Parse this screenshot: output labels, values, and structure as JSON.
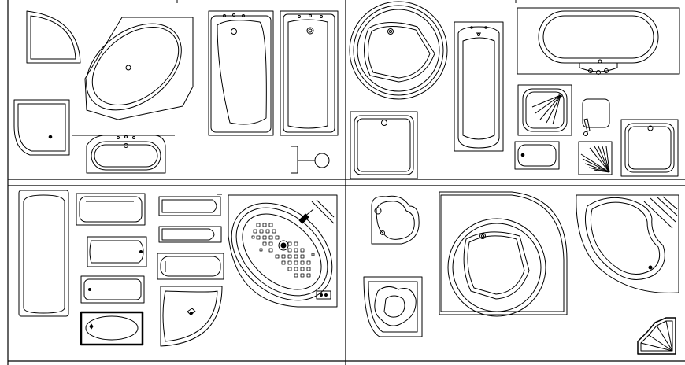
{
  "drawing": {
    "background": "#ffffff",
    "line_color": "#000000",
    "panels": [
      {
        "name": "top-left",
        "symbols": [
          "quarter-shower-tray",
          "corner-oval-bath",
          "rect-bath-right",
          "rect-bath-left",
          "quadrant-shower-tray",
          "oval-freestanding-bath",
          "wall-mixer-tap"
        ]
      },
      {
        "name": "top-right",
        "symbols": [
          "round-whirlpool-bath",
          "tall-rect-bath",
          "oval-bath-with-taps",
          "square-shower-tray-large",
          "shower-tray-with-fan",
          "small-corner-basin",
          "rect-basin-small",
          "corner-fan-tray",
          "square-shower-tray-small"
        ]
      },
      {
        "name": "bottom-left",
        "symbols": [
          "tall-plain-bath",
          "bath-stack-small",
          "corner-jacuzzi",
          "corner-leaf-bath",
          "oval-inset-bath"
        ]
      },
      {
        "name": "bottom-right",
        "symbols": [
          "kidney-corner-spa",
          "corner-round-spa-small",
          "round-spa-large",
          "kidney-bath-large",
          "stepped-corner-shower"
        ]
      }
    ]
  }
}
